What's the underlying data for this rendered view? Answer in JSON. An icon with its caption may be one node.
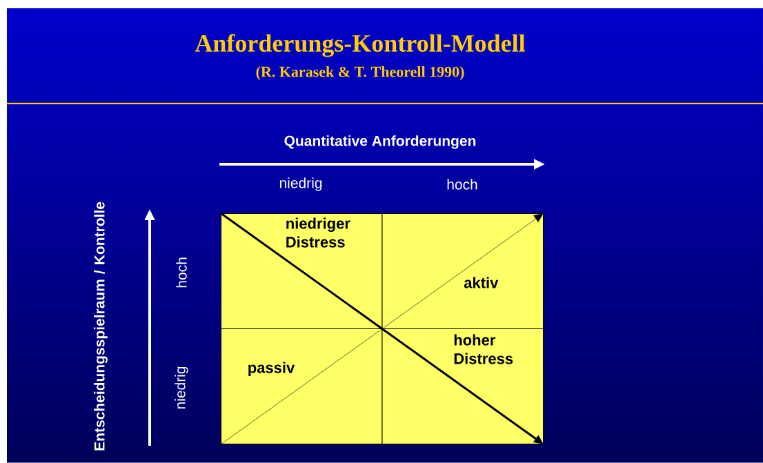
{
  "diagram": {
    "title": "Anforderungs-Kontroll-Modell",
    "nodes": [
      {
        "text": [
          "niedriger Distress"
        ]
      },
      {
        "text": [
          "aktiv"
        ]
      },
      {
        "text": [
          "passiv"
        ]
      },
      {
        "text": [
          "hoher Distress"
        ]
      }
    ],
    "edges": [
      {
        "from": 0,
        "to": 3,
        "arrow": "to",
        "style": "thick"
      },
      {
        "from": 2,
        "to": 1,
        "arrow": "to"
      }
    ],
    "labels": [
      "(R. Karasek & T. Theorell 1990)",
      "Quantitative Anforderungen",
      "niedrig",
      "hoch",
      "Entscheidungsspielraum / Kontrolle",
      "hoch",
      "niedrig"
    ]
  }
}
